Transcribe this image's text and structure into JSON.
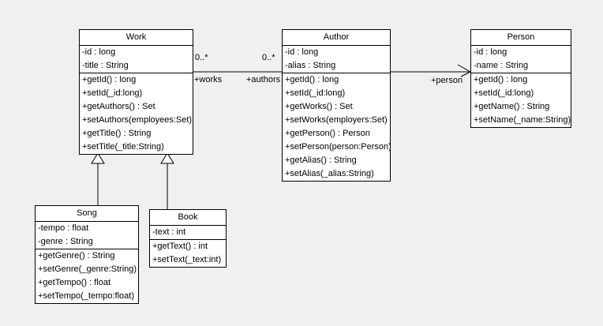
{
  "diagram": {
    "kind": "uml-class-diagram",
    "background_color": "#f0f0f0",
    "node_fill_color": "#ffffff",
    "line_color": "#000000"
  },
  "classes": {
    "work": {
      "name": "Work",
      "attributes": [
        "-id : long",
        "-title : String"
      ],
      "methods": [
        "+getId() : long",
        "+setId(_id:long)",
        "+getAuthors() : Set",
        "+setAuthors(employees:Set)",
        "+getTitle() : String",
        "+setTitle(_title:String)"
      ]
    },
    "author": {
      "name": "Author",
      "attributes": [
        "-id : long",
        "-alias : String"
      ],
      "methods": [
        "+getId() : long",
        "+setId(_id:long)",
        "+getWorks() : Set",
        "+setWorks(employers:Set)",
        "+getPerson() : Person",
        "+setPerson(person:Person)",
        "+getAlias() : String",
        "+setAlias(_alias:String)"
      ]
    },
    "person": {
      "name": "Person",
      "attributes": [
        "-id : long",
        "-name : String"
      ],
      "methods": [
        "+getId() : long",
        "+setId(_id:long)",
        "+getName() : String",
        "+setName(_name:String)"
      ]
    },
    "song": {
      "name": "Song",
      "attributes": [
        "-tempo : float",
        "-genre : String"
      ],
      "methods": [
        "+getGenre() : String",
        "+setGenre(_genre:String)",
        "+getTempo() : float",
        "+setTempo(_tempo:float)"
      ]
    },
    "book": {
      "name": "Book",
      "attributes": [
        "-text : int"
      ],
      "methods": [
        "+getText() : int",
        "+setText(_text:int)"
      ]
    }
  },
  "associations": {
    "work_author": {
      "multiplicity_work_end": "0..*",
      "multiplicity_author_end": "0..*",
      "role_work_end": "+works",
      "role_author_end": "+authors"
    },
    "author_person": {
      "role_person_end": "+person"
    }
  }
}
